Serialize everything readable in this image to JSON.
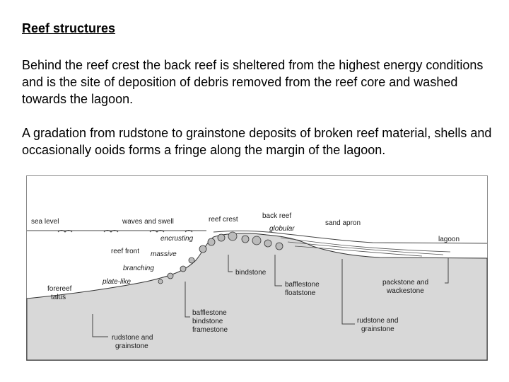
{
  "title": "Reef structures",
  "paragraphs": [
    "Behind the reef crest the back reef is sheltered from the highest energy conditions and is the site of deposition of debris removed from the reef core and washed towards the lagoon.",
    "A gradation from rudstone to grainstone deposits of broken reef material, shells and occasionally ooids forms a fringe along the margin of the lagoon."
  ],
  "diagram": {
    "labels": {
      "sea_level": "sea level",
      "waves_and_swell": "waves and swell",
      "reef_crest": "reef crest",
      "back_reef": "back reef",
      "sand_apron": "sand apron",
      "lagoon": "lagoon",
      "globular": "globular",
      "encrusting": "encrusting",
      "reef_front": "reef front",
      "massive": "massive",
      "branching": "branching",
      "plate_like": "plate-like",
      "forereef_line1": "forereef",
      "forereef_line2": "talus",
      "bindstone": "bindstone",
      "bafflestone_floatstone_line1": "bafflestone",
      "bafflestone_floatstone_line2": "floatstone",
      "packstone_line1": "packstone and",
      "packstone_line2": "wackestone",
      "rudstone_grainstone_right_line1": "rudstone and",
      "rudstone_grainstone_right_line2": "grainstone",
      "framework_line1": "bafflestone",
      "framework_line2": "bindstone",
      "framework_line3": "framestone",
      "rudstone_grainstone_left_line1": "rudstone and",
      "rudstone_grainstone_left_line2": "grainstone"
    },
    "colors": {
      "water": "#ffffff",
      "seafloor": "#d8d8d8",
      "border": "#8a8a8a",
      "lines": "#444444"
    }
  }
}
